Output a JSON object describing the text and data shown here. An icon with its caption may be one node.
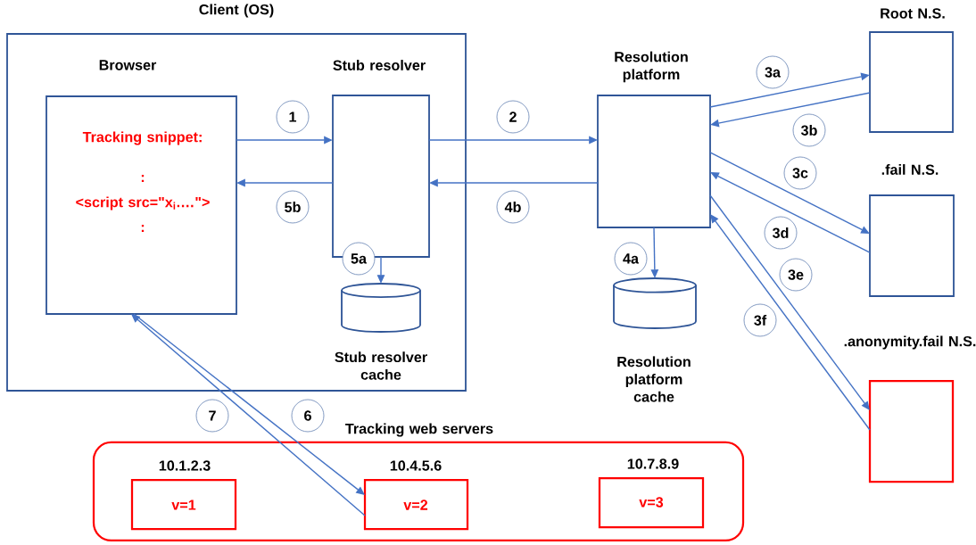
{
  "diagram": {
    "nodes": [
      {
        "text": [
          "Client (OS)"
        ]
      },
      {
        "text": [
          "Browser",
          "Tracking snippet:",
          ":",
          "<script src=\"x$_{i}$.…\">",
          ":"
        ],
        "in": 0
      },
      {
        "text": [
          "Stub resolver"
        ],
        "in": 0
      },
      {
        "text": [
          "Stub resolver cache"
        ],
        "in": 0
      },
      {
        "text": [
          "Resolution platform"
        ]
      },
      {
        "text": [
          "Resolution platform cache"
        ]
      },
      {
        "text": [
          "Root N.S."
        ]
      },
      {
        "text": [
          ".fail N.S."
        ]
      },
      {
        "text": [
          ".anonymity.fail N.S."
        ]
      },
      {
        "text": [
          "Tracking web servers"
        ]
      },
      {
        "text": [
          "10.1.2.3",
          "v=1"
        ],
        "in": 9
      },
      {
        "text": [
          "10.4.5.6",
          "v=2"
        ],
        "in": 9
      },
      {
        "text": [
          "10.7.8.9",
          "v=3"
        ],
        "in": 9
      }
    ],
    "edges": [
      {
        "from": 1,
        "to": 2,
        "arrow": "to",
        "label": "1"
      },
      {
        "from": 2,
        "to": 4,
        "arrow": "to",
        "label": "2"
      },
      {
        "from": 4,
        "to": 2,
        "arrow": "to",
        "label": "4b"
      },
      {
        "from": 2,
        "to": 1,
        "arrow": "to",
        "label": "5b"
      },
      {
        "from": 2,
        "to": 3,
        "arrow": "to",
        "label": "5a"
      },
      {
        "from": 4,
        "to": 5,
        "arrow": "to",
        "label": "4a"
      },
      {
        "from": 4,
        "to": 6,
        "arrow": "to",
        "label": "3a"
      },
      {
        "from": 6,
        "to": 4,
        "arrow": "to",
        "label": "3b"
      },
      {
        "from": 4,
        "to": 7,
        "arrow": "to",
        "label": "3c"
      },
      {
        "from": 7,
        "to": 4,
        "arrow": "to",
        "label": "3d"
      },
      {
        "from": 4,
        "to": 8,
        "arrow": "to",
        "label": "3e"
      },
      {
        "from": 8,
        "to": 4,
        "arrow": "to",
        "label": "3f"
      },
      {
        "from": 1,
        "to": 11,
        "arrow": "to",
        "label": "6"
      },
      {
        "from": 11,
        "to": 1,
        "arrow": "to",
        "label": "7"
      }
    ]
  }
}
